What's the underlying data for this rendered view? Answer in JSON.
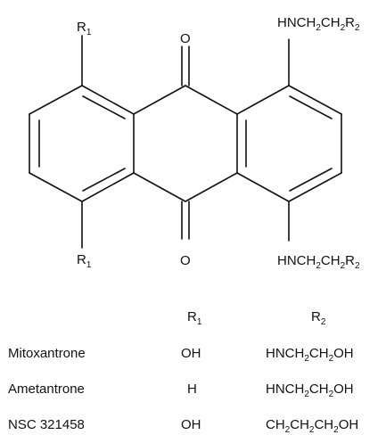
{
  "structure": {
    "atoms": {
      "r1_top": {
        "main": "R",
        "sub": "1"
      },
      "o_top": "O",
      "amine_top": {
        "main": "HNCH",
        "s1": "2",
        "mid": "CH",
        "s2": "2",
        "end": "R",
        "s3": "2"
      },
      "r1_bottom": {
        "main": "R",
        "sub": "1"
      },
      "o_bottom": "O",
      "amine_bottom": {
        "main": "HNCH",
        "s1": "2",
        "mid": "CH",
        "s2": "2",
        "end": "R",
        "s3": "2"
      }
    }
  },
  "table": {
    "headers": {
      "r1": {
        "main": "R",
        "sub": "1"
      },
      "r2": {
        "main": "R",
        "sub": "2"
      }
    },
    "rows": [
      {
        "name": "Mitoxantrone",
        "r1": "OH",
        "r2": {
          "a": "HNCH",
          "s1": "2",
          "b": "CH",
          "s2": "2",
          "c": "OH"
        }
      },
      {
        "name": "Ametantrone",
        "r1": "H",
        "r2": {
          "a": "HNCH",
          "s1": "2",
          "b": "CH",
          "s2": "2",
          "c": "OH"
        }
      },
      {
        "name": "NSC 321458",
        "r1": "OH",
        "r2": {
          "a": "CH",
          "s1": "2",
          "b": "CH",
          "s2": "2",
          "b2": "CH",
          "s3": "2",
          "c": "OH"
        }
      }
    ]
  }
}
